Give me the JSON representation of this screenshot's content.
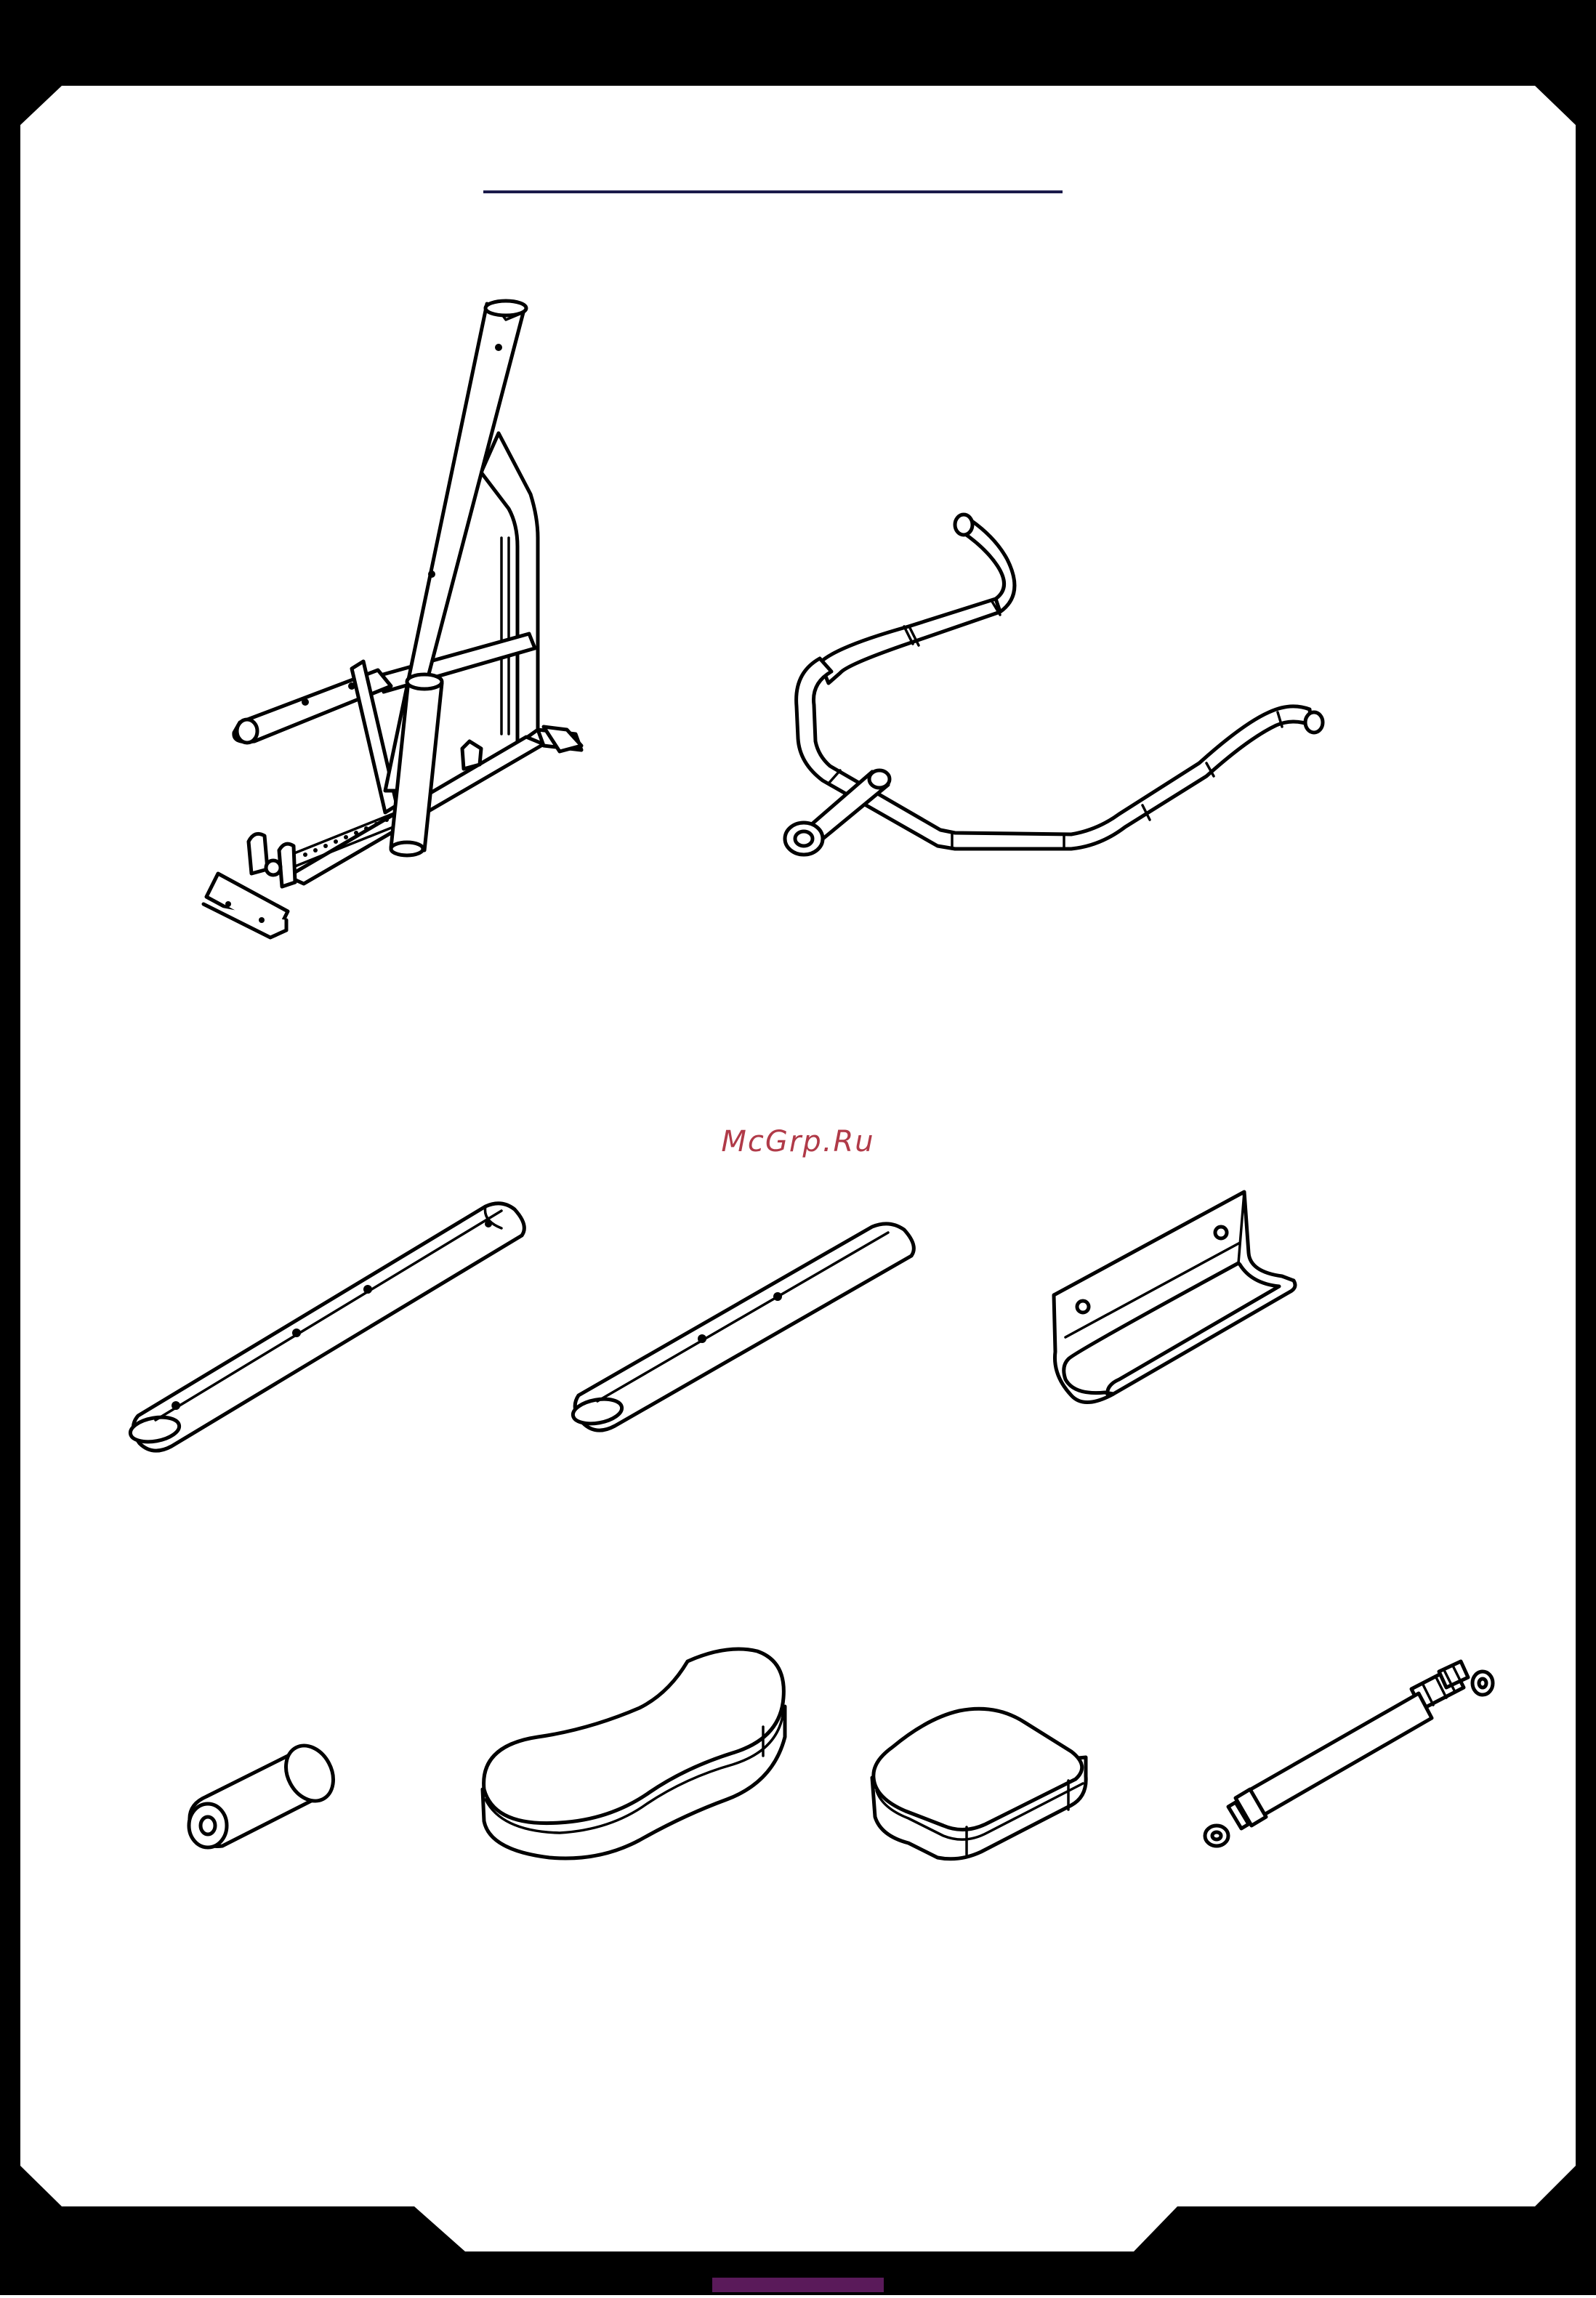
{
  "watermark": {
    "text": "McGrp.Ru"
  },
  "colors": {
    "frame": "#000000",
    "title_rule": "#1a1a4a",
    "watermark": "#b03a48",
    "page_tab": "#5a1a5a"
  },
  "parts": [
    {
      "id": "main-frame",
      "icon": "main-frame-icon"
    },
    {
      "id": "handlebar",
      "icon": "handlebar-icon"
    },
    {
      "id": "tube-long",
      "icon": "long-tube-icon"
    },
    {
      "id": "tube-short",
      "icon": "short-tube-icon"
    },
    {
      "id": "seat-bracket",
      "icon": "seat-bracket-icon"
    },
    {
      "id": "foam-roller",
      "icon": "foam-roller-icon"
    },
    {
      "id": "seat-cushion",
      "icon": "seat-cushion-icon"
    },
    {
      "id": "back-pad",
      "icon": "back-pad-icon"
    },
    {
      "id": "hydraulic-cylinder",
      "icon": "hydraulic-cylinder-icon"
    }
  ]
}
